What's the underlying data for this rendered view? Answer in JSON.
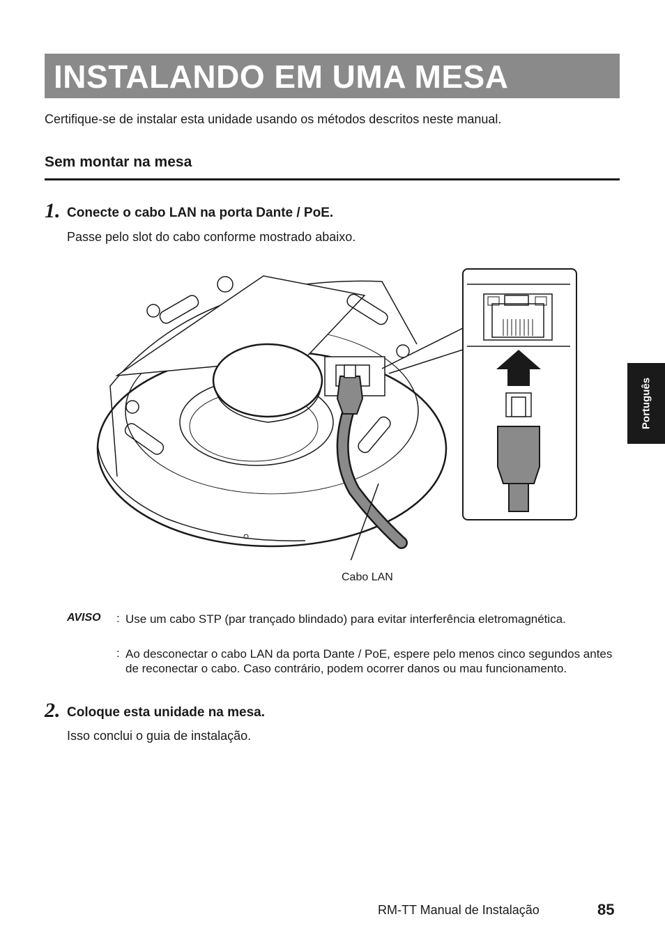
{
  "title": "INSTALANDO EM UMA MESA",
  "intro": "Certifique-se de instalar esta unidade usando os métodos descritos neste manual.",
  "section": {
    "heading": "Sem montar na mesa"
  },
  "steps": [
    {
      "number": "1.",
      "title": "Conecte o cabo LAN na porta Dante / PoE.",
      "body": "Passe pelo slot do cabo conforme mostrado abaixo."
    },
    {
      "number": "2.",
      "title": "Coloque esta unidade na mesa.",
      "body": "Isso conclui o guia de instalação."
    }
  ],
  "figure": {
    "cable_label": "Cabo LAN"
  },
  "warning": {
    "label": "AVISO",
    "separator": ":",
    "items": [
      "Use um cabo STP (par trançado blindado) para evitar interferência eletromagnética.",
      "Ao desconectar o cabo LAN da porta Dante / PoE, espere pelo menos cinco segundos antes de reconectar o cabo. Caso contrário, podem ocorrer danos ou mau funcionamento."
    ]
  },
  "side_tab": {
    "label": "Português"
  },
  "footer": {
    "manual": "RM-TT Manual de Instalação",
    "page": "85"
  }
}
